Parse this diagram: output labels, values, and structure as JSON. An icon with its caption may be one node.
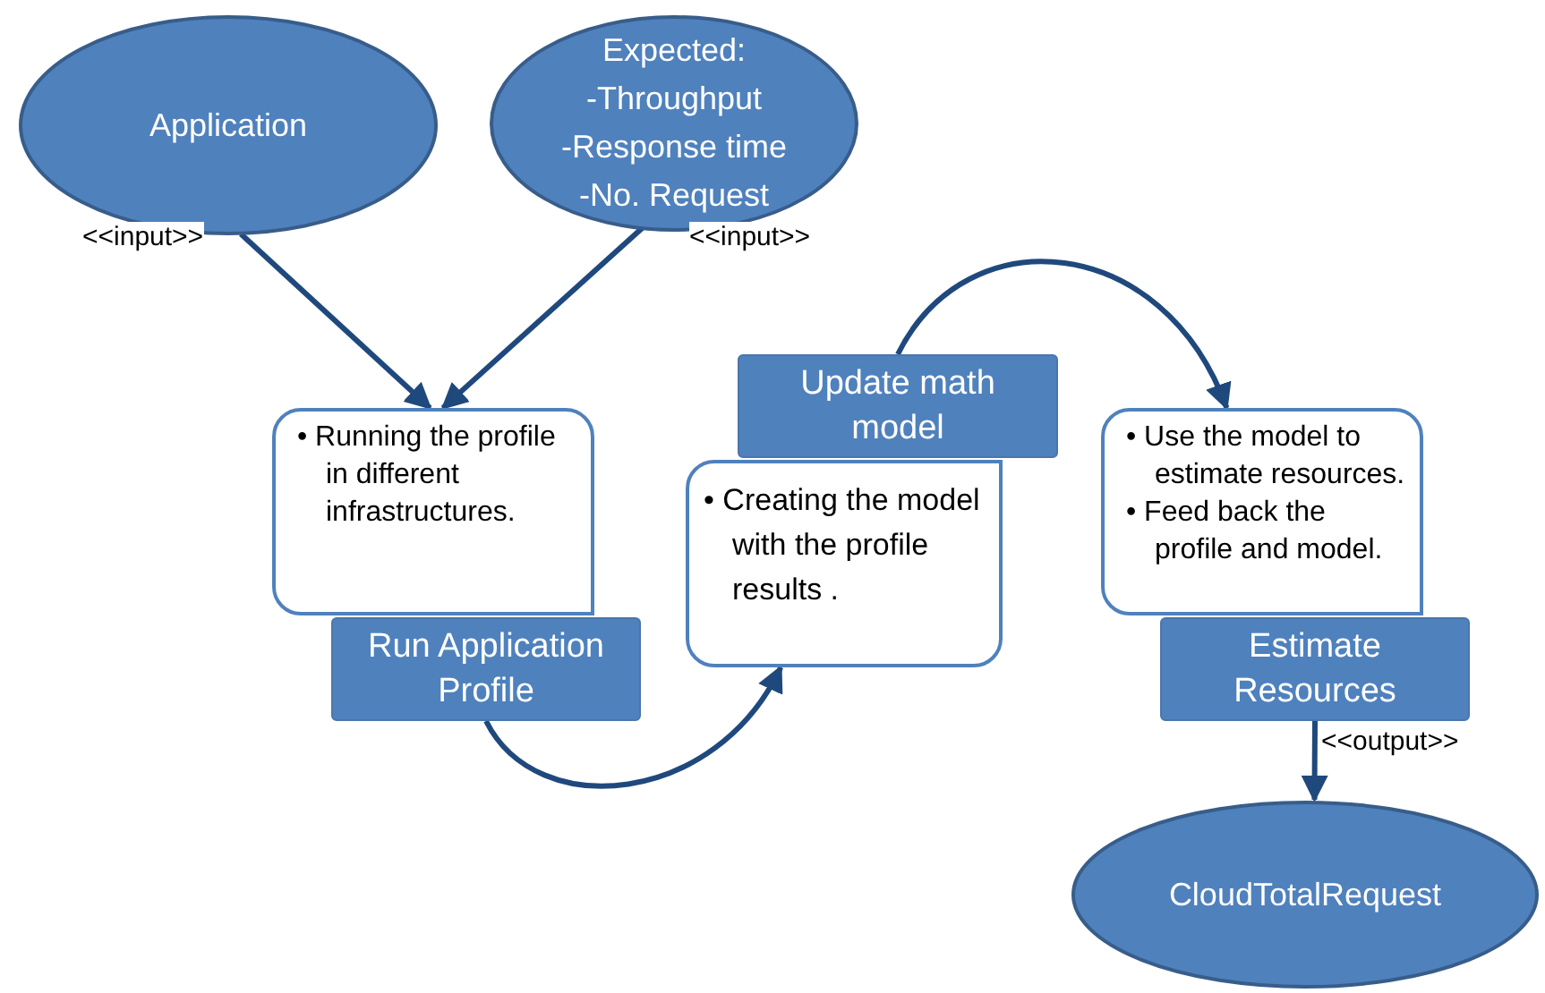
{
  "diagram": {
    "nodes": [
      {
        "text": [
          "Application"
        ]
      },
      {
        "text": [
          "Expected:",
          "-Throughput",
          "-Response time",
          "-No. Request"
        ]
      },
      {
        "text": [
          "• Running the profile in different infrastructures."
        ]
      },
      {
        "text": [
          "Run Application Profile"
        ]
      },
      {
        "text": [
          "• Creating the model with the profile results ."
        ]
      },
      {
        "text": [
          "Update math model"
        ]
      },
      {
        "text": [
          "• Use the model to estimate resources.",
          "• Feed back the profile and model."
        ]
      },
      {
        "text": [
          "Estimate Resources"
        ]
      },
      {
        "text": [
          "CloudTotalRequest"
        ]
      }
    ],
    "edges": [
      {
        "from": 0,
        "to": 2,
        "arrow": "to",
        "label": "<<input>>"
      },
      {
        "from": 1,
        "to": 2,
        "arrow": "to",
        "label": "<<input>>"
      },
      {
        "from": 3,
        "to": 4,
        "arrow": "to"
      },
      {
        "from": 5,
        "to": 6,
        "arrow": "to"
      },
      {
        "from": 7,
        "to": 8,
        "arrow": "to",
        "label": "<<output>>"
      }
    ]
  }
}
